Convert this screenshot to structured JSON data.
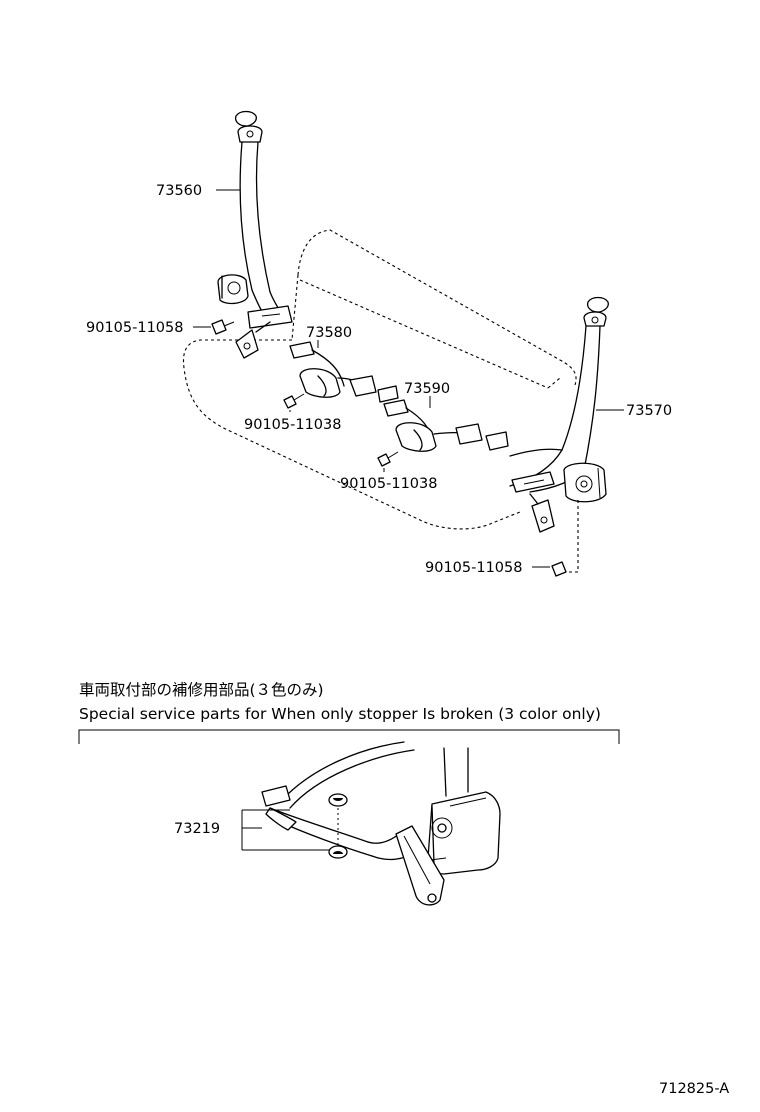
{
  "parts": {
    "p73560": "73560",
    "p73570": "73570",
    "p73580": "73580",
    "p73590": "73590",
    "p73219": "73219",
    "bolt_upper_left": "90105-11058",
    "bolt_center_left": "90105-11038",
    "bolt_center_right": "90105-11038",
    "bolt_lower_right": "90105-11058"
  },
  "service_note": {
    "japanese": "車両取付部の補修用部品(３色のみ)",
    "english": "Special service parts for When only stopper Is broken (3 color only)"
  },
  "figure_id": "712825-A"
}
